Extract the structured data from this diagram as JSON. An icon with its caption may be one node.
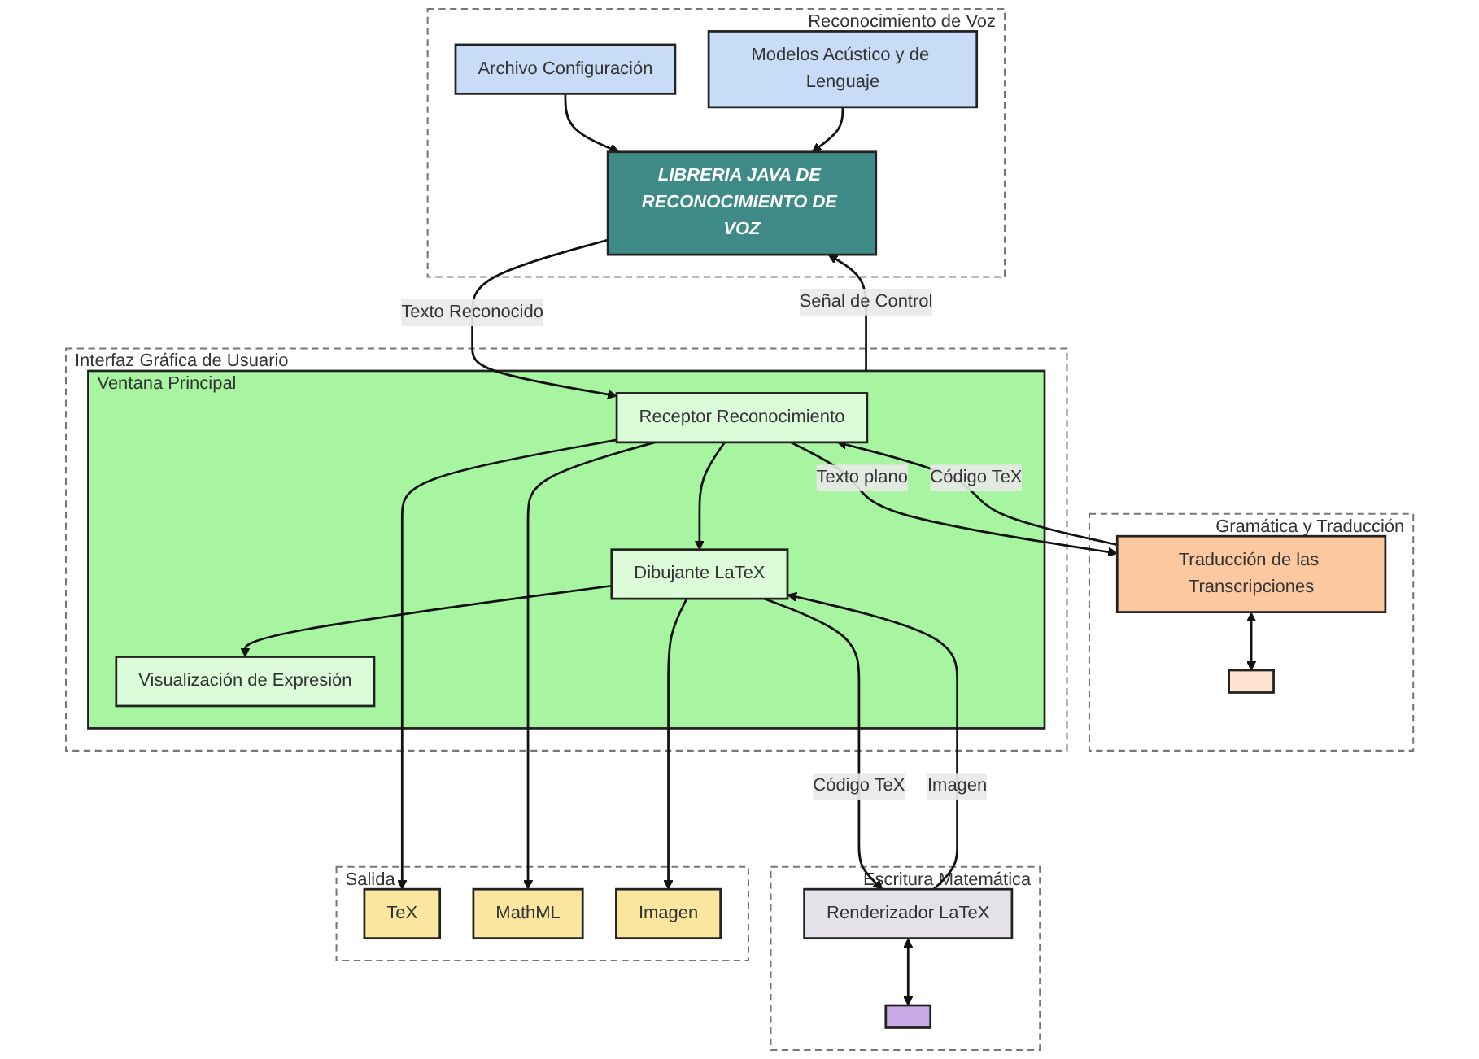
{
  "diagram": {
    "nodes": [
      {
        "text": [
          "Reconocimiento de Voz"
        ]
      },
      {
        "text": [
          "LIBRERIA JAVA DE RECONOCIMIENTO DE VOZ"
        ],
        "in": 0
      },
      {
        "text": [
          "Archivo Configuración"
        ],
        "in": 0
      },
      {
        "text": [
          "Modelos Acústico y de Lenguaje"
        ],
        "in": 0
      },
      {
        "text": [
          "Interfaz Gráfica de Usuario"
        ]
      },
      {
        "text": [
          "Ventana Principal"
        ],
        "in": 4
      },
      {
        "text": [
          "Receptor Reconocimiento"
        ],
        "in": 5
      },
      {
        "text": [
          "Visualización de Expresión"
        ],
        "in": 5
      },
      {
        "text": [
          "Dibujante LaTeX"
        ],
        "in": 5
      },
      {
        "text": [
          "Gramática y Traducción"
        ]
      },
      {
        "text": [
          "Traducción de las Transcripciones"
        ],
        "in": 9
      },
      {
        "text": [],
        "shape": "box",
        "in": 9
      },
      {
        "text": [
          "Escritura Matemática"
        ]
      },
      {
        "text": [
          "Renderizador LaTeX"
        ],
        "in": 12
      },
      {
        "text": [],
        "shape": "box",
        "in": 12
      },
      {
        "text": [
          "Salida"
        ]
      },
      {
        "text": [
          "TeX"
        ],
        "in": 15
      },
      {
        "text": [
          "MathML"
        ],
        "in": 15
      },
      {
        "text": [
          "Imagen"
        ],
        "in": 15
      }
    ],
    "edges": [
      {
        "from": 2,
        "to": 1,
        "arrow": "to"
      },
      {
        "from": 3,
        "to": 1,
        "arrow": "to"
      },
      {
        "from": 5,
        "to": 1,
        "arrow": "to",
        "label": "Señal de Control"
      },
      {
        "from": 1,
        "to": 6,
        "arrow": "to",
        "label": "Texto Reconocido"
      },
      {
        "from": 6,
        "to": 10,
        "arrow": "to",
        "label": "Texto plano"
      },
      {
        "from": 10,
        "to": 6,
        "arrow": "to",
        "label": "Código TeX"
      },
      {
        "from": 10,
        "to": 11,
        "arrow": "both"
      },
      {
        "from": 6,
        "to": 8,
        "arrow": "to"
      },
      {
        "from": 8,
        "to": 7,
        "arrow": "to"
      },
      {
        "from": 8,
        "to": 13,
        "arrow": "to",
        "label": "Código TeX"
      },
      {
        "from": 13,
        "to": 8,
        "arrow": "to",
        "label": "Imagen"
      },
      {
        "from": 13,
        "to": 14,
        "arrow": "both"
      },
      {
        "from": 6,
        "to": 16,
        "arrow": "to"
      },
      {
        "from": 6,
        "to": 17,
        "arrow": "to"
      },
      {
        "from": 8,
        "to": 18,
        "arrow": "to"
      }
    ]
  }
}
